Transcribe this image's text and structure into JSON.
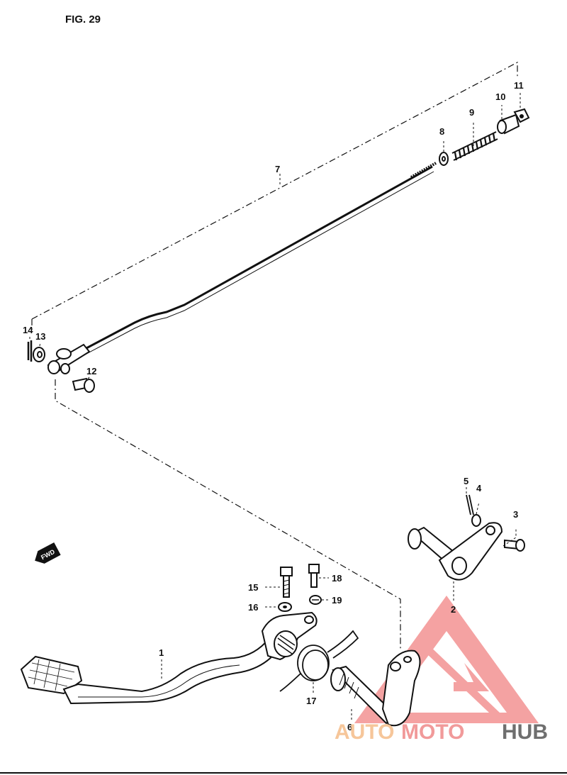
{
  "figure": {
    "title": "FIG. 29"
  },
  "direction_tag": "FWD",
  "callouts": [
    {
      "id": "1",
      "text": "1"
    },
    {
      "id": "2",
      "text": "2"
    },
    {
      "id": "3",
      "text": "3"
    },
    {
      "id": "4",
      "text": "4"
    },
    {
      "id": "5",
      "text": "5"
    },
    {
      "id": "6",
      "text": "6"
    },
    {
      "id": "7",
      "text": "7"
    },
    {
      "id": "8",
      "text": "8"
    },
    {
      "id": "9",
      "text": "9"
    },
    {
      "id": "10",
      "text": "10"
    },
    {
      "id": "11",
      "text": "11"
    },
    {
      "id": "12",
      "text": "12"
    },
    {
      "id": "13",
      "text": "13"
    },
    {
      "id": "14",
      "text": "14"
    },
    {
      "id": "15",
      "text": "15"
    },
    {
      "id": "16",
      "text": "16"
    },
    {
      "id": "17",
      "text": "17"
    },
    {
      "id": "18",
      "text": "18"
    },
    {
      "id": "19",
      "text": "19"
    }
  ],
  "watermark": {
    "part1": "AUTO",
    "part2": "MOTO",
    "part3": "HUB",
    "colors": {
      "triangle": "#f28b8b",
      "auto": "#f6c69a",
      "moto": "#f19a9a",
      "hub": "#6f6f6f"
    }
  }
}
